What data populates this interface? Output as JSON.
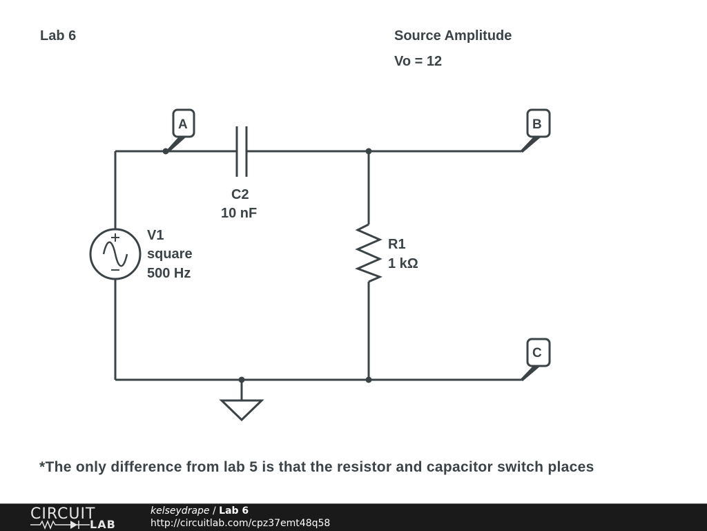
{
  "title": "Lab 6",
  "source_amplitude": {
    "heading": "Source Amplitude",
    "value": "Vo = 12"
  },
  "components": {
    "V1": {
      "name": "V1",
      "type": "square",
      "frequency": "500 Hz"
    },
    "C2": {
      "name": "C2",
      "value": "10 nF"
    },
    "R1": {
      "name": "R1",
      "value": "1 kΩ"
    }
  },
  "nodes": {
    "A": "A",
    "B": "B",
    "C": "C"
  },
  "note": "*The only difference from lab 5 is that the resistor and capacitor switch places",
  "footer": {
    "logo_top": "CIRCUIT",
    "logo_bottom": "LAB",
    "author": "kelseydrape",
    "separator": " / ",
    "project": "Lab 6",
    "url": "http://circuitlab.com/cpz37emt48q58"
  },
  "colors": {
    "ink": "#3b4347",
    "footer_bg": "#1a1a1a"
  }
}
